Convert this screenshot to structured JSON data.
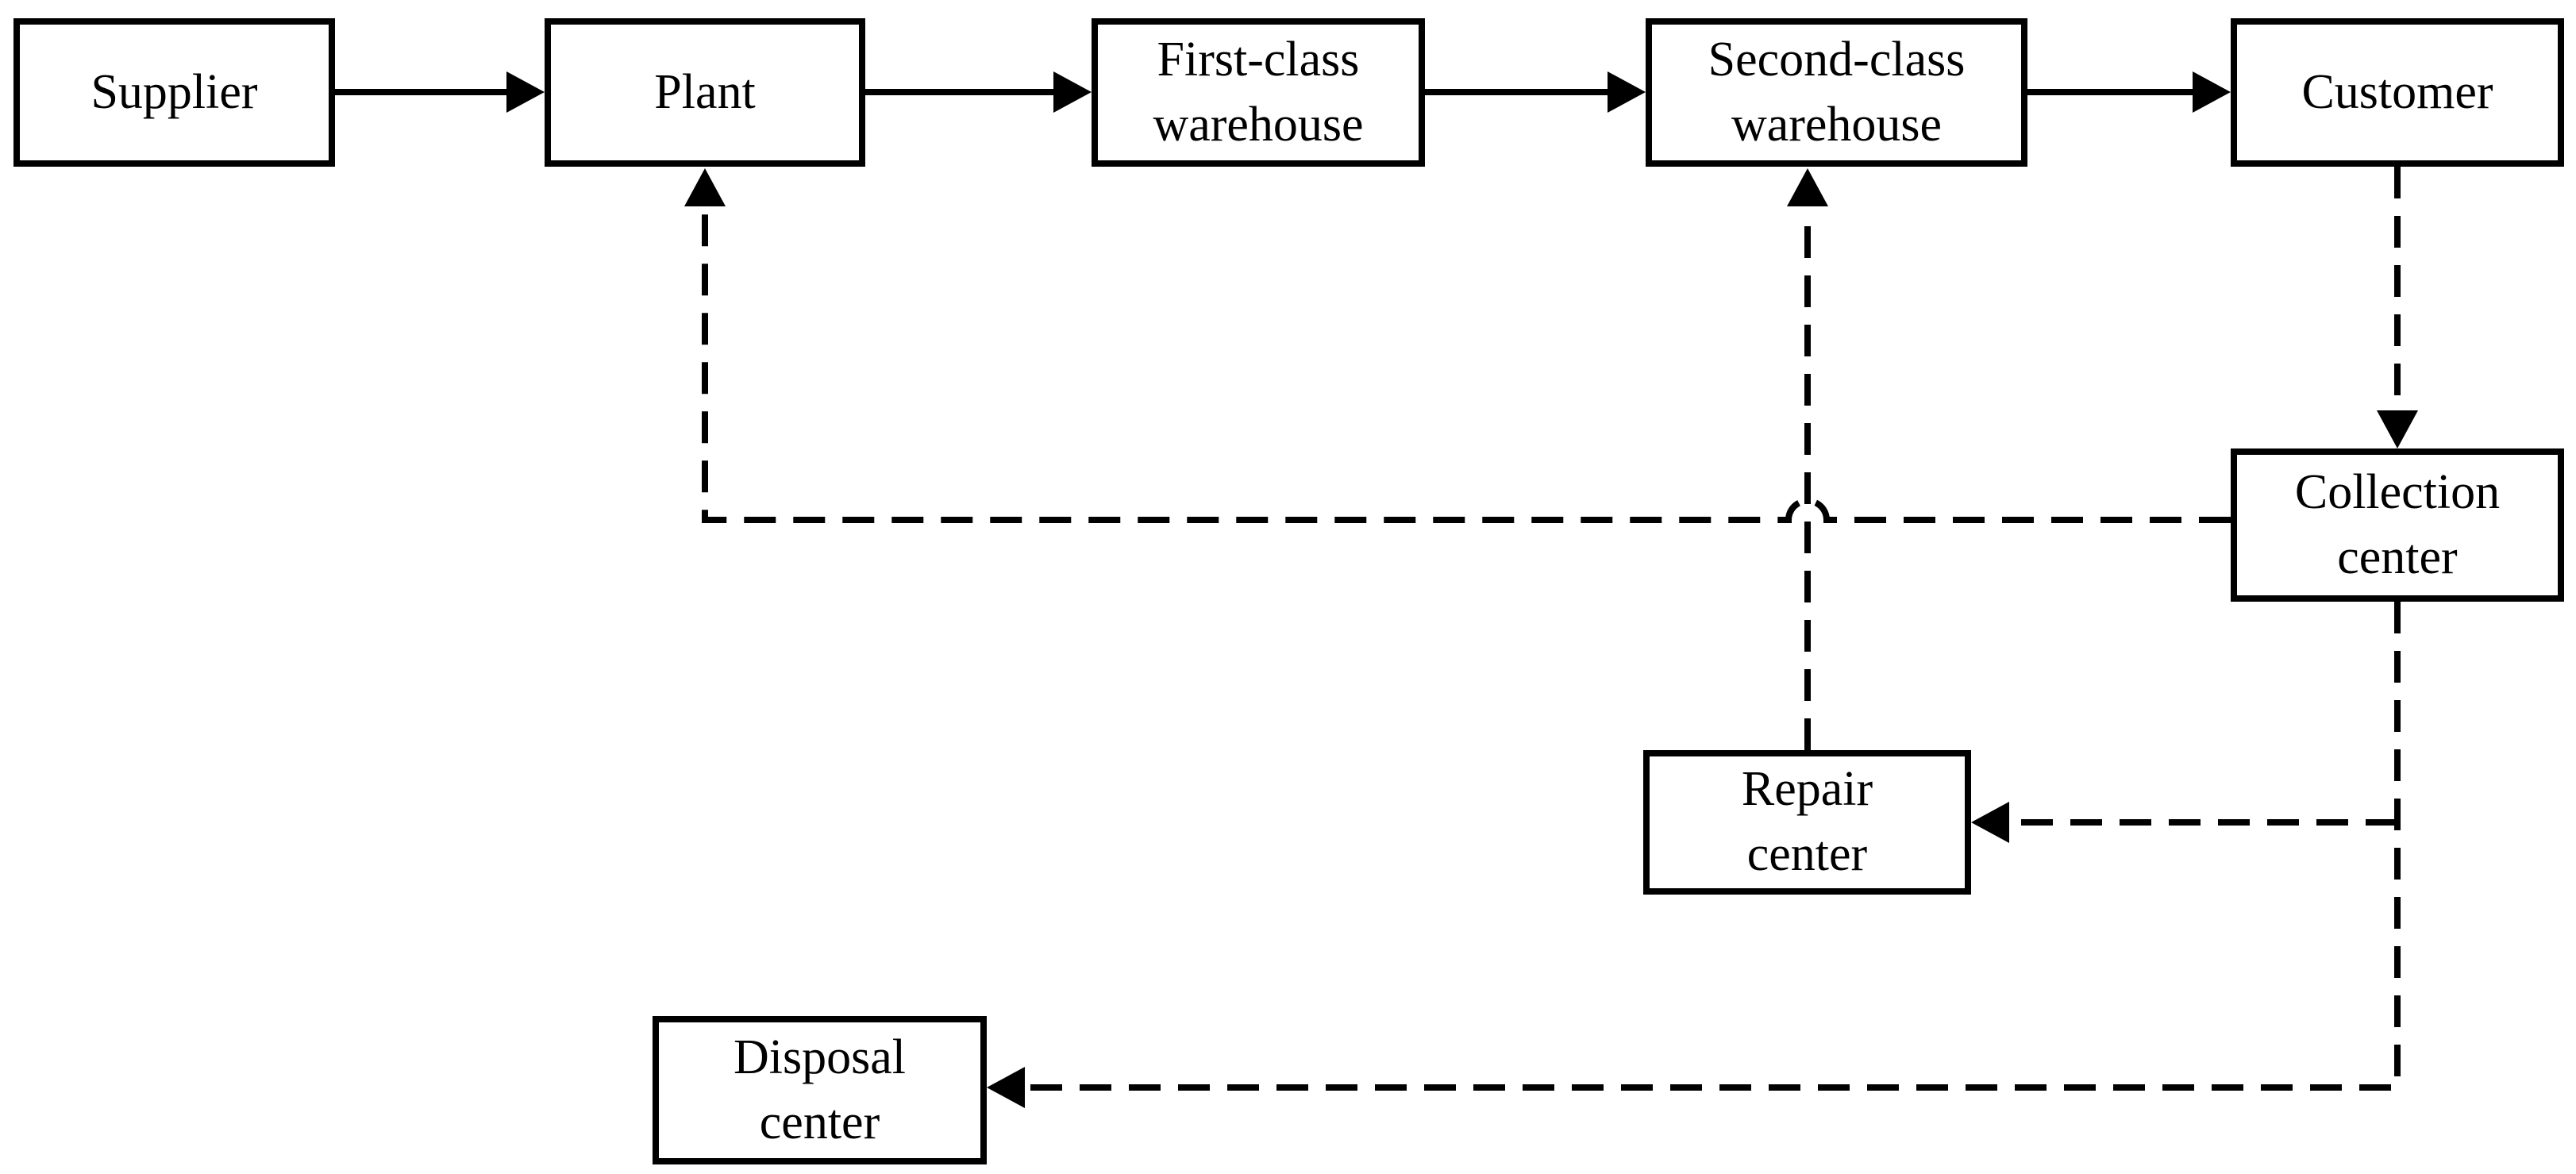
{
  "diagram": {
    "description": "Supply chain network with forward flow (solid arrows) and reverse flow (dashed arrows)",
    "nodes": [
      {
        "id": "supplier",
        "label": "Supplier"
      },
      {
        "id": "plant",
        "label": "Plant"
      },
      {
        "id": "first_class_warehouse",
        "label": "First-class\nwarehouse"
      },
      {
        "id": "second_class_warehouse",
        "label": "Second-class\nwarehouse"
      },
      {
        "id": "customer",
        "label": "Customer"
      },
      {
        "id": "collection_center",
        "label": "Collection\ncenter"
      },
      {
        "id": "repair_center",
        "label": "Repair\ncenter"
      },
      {
        "id": "disposal_center",
        "label": "Disposal\ncenter"
      }
    ],
    "edges": [
      {
        "from": "supplier",
        "to": "plant",
        "style": "solid"
      },
      {
        "from": "plant",
        "to": "first_class_warehouse",
        "style": "solid"
      },
      {
        "from": "first_class_warehouse",
        "to": "second_class_warehouse",
        "style": "solid"
      },
      {
        "from": "second_class_warehouse",
        "to": "customer",
        "style": "solid"
      },
      {
        "from": "customer",
        "to": "collection_center",
        "style": "dashed"
      },
      {
        "from": "collection_center",
        "to": "plant",
        "style": "dashed"
      },
      {
        "from": "repair_center",
        "to": "second_class_warehouse",
        "style": "dashed"
      },
      {
        "from": "collection_center",
        "to": "repair_center",
        "style": "dashed"
      },
      {
        "from": "collection_center",
        "to": "disposal_center",
        "style": "dashed"
      }
    ],
    "colors": {
      "line": "#000000",
      "box_border": "#000000",
      "box_fill": "#ffffff",
      "text": "#000000",
      "background": "#ffffff"
    }
  }
}
